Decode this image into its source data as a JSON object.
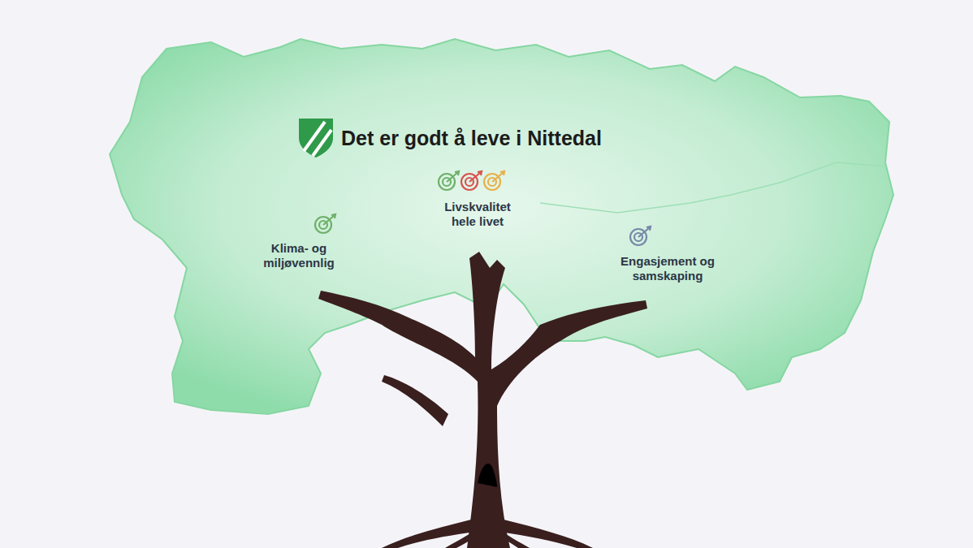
{
  "diagram": {
    "title": "Det er godt å leve i Nittedal",
    "labels": [
      "Livskvalitet hele livet",
      "Klima- og miljøvennlig",
      "Engasjement og samskaping"
    ]
  }
}
